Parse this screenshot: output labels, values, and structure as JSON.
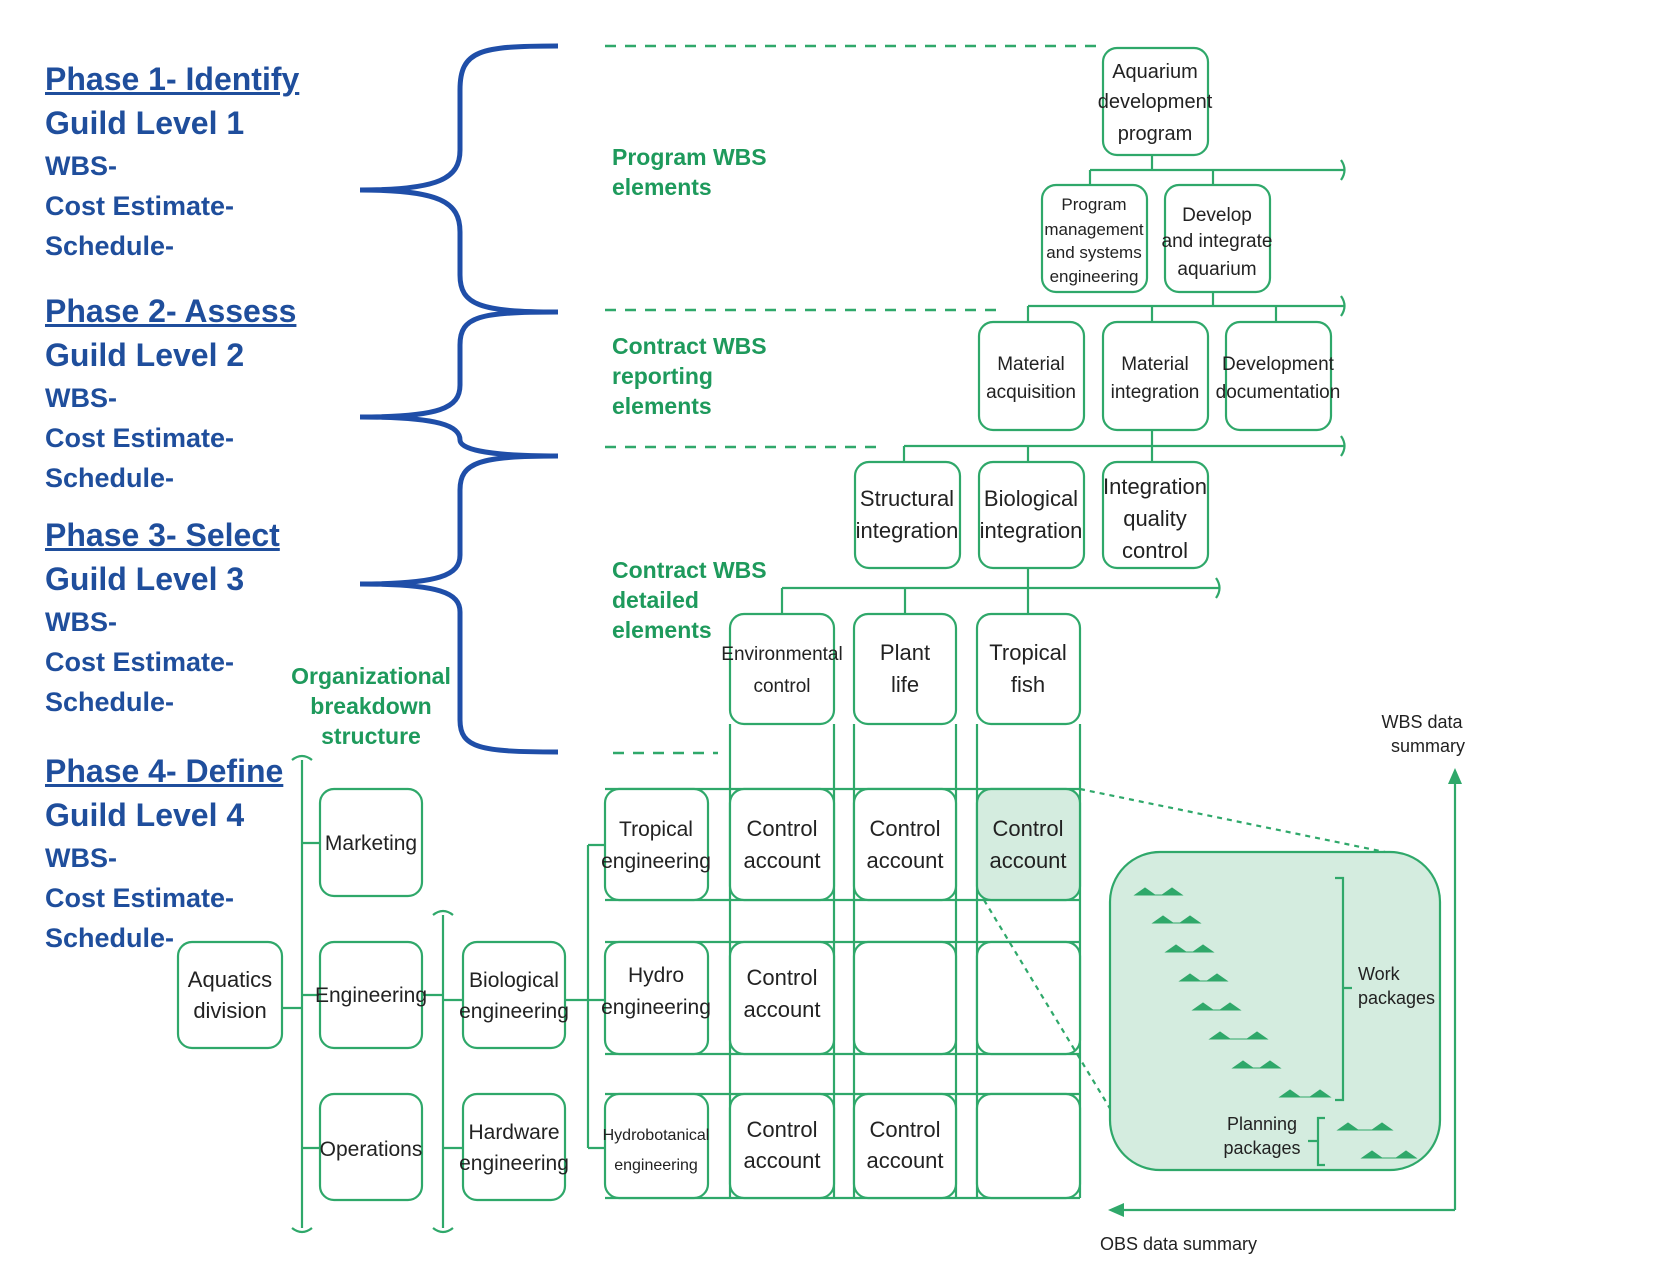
{
  "phases": [
    {
      "title": "Phase 1- Identify",
      "level": "Guild Level 1",
      "wbs": "WBS-",
      "cost": "Cost Estimate-",
      "schedule": "Schedule-"
    },
    {
      "title": "Phase 2- Assess",
      "level": "Guild Level 2",
      "wbs": "WBS-",
      "cost": "Cost Estimate-",
      "schedule": "Schedule-"
    },
    {
      "title": "Phase 3- Select",
      "level": "Guild Level 3",
      "wbs": "WBS-",
      "cost": "Cost Estimate-",
      "schedule": "Schedule-"
    },
    {
      "title": "Phase 4- Define",
      "level": "Guild Level 4",
      "wbs": "WBS-",
      "cost": "Cost Estimate-",
      "schedule": "Schedule-"
    }
  ],
  "sections": {
    "program": [
      "Program WBS",
      "elements"
    ],
    "reporting": [
      "Contract WBS",
      "reporting",
      "elements"
    ],
    "detailed": [
      "Contract WBS",
      "detailed",
      "elements"
    ],
    "obs": [
      "Organizational",
      "breakdown",
      "structure"
    ]
  },
  "wbs": {
    "root": [
      "Aquarium",
      "development",
      "program"
    ],
    "l2a": [
      "Program",
      "management",
      "and systems",
      "engineering"
    ],
    "l2b": [
      "Develop",
      "and integrate",
      "aquarium"
    ],
    "l3a": [
      "Material",
      "acquisition"
    ],
    "l3b": [
      "Material",
      "integration"
    ],
    "l3c": [
      "Development",
      "documentation"
    ],
    "l4a": [
      "Structural",
      "integration"
    ],
    "l4b": [
      "Biological",
      "integration"
    ],
    "l4c": [
      "Integration",
      "quality",
      "control"
    ],
    "l5a": [
      "Environmental",
      "control"
    ],
    "l5b": [
      "Plant",
      "life"
    ],
    "l5c": [
      "Tropical",
      "fish"
    ]
  },
  "obs": {
    "division": [
      "Aquatics",
      "division"
    ],
    "marketing": [
      "Marketing"
    ],
    "engineering": [
      "Engineering"
    ],
    "operations": [
      "Operations"
    ],
    "bio_eng": [
      "Biological",
      "engineering"
    ],
    "hw_eng": [
      "Hardware",
      "engineering"
    ],
    "tropical_eng": [
      "Tropical",
      "engineering"
    ],
    "hydro_eng": [
      "Hydro",
      "engineering"
    ],
    "hydrobot_eng": [
      "Hydrobotanical",
      "engineering"
    ]
  },
  "control_account": [
    "Control",
    "account"
  ],
  "summary": {
    "wbs_summary": [
      "WBS data",
      "summary"
    ],
    "obs_summary": "OBS data summary",
    "work_packages": [
      "Work",
      "packages"
    ],
    "planning_packages": [
      "Planning",
      "packages"
    ]
  },
  "colors": {
    "green": "#2fa86a",
    "green_text": "#1e9a5c",
    "blue": "#1f4e9c",
    "highlight": "#d4ecdf"
  }
}
